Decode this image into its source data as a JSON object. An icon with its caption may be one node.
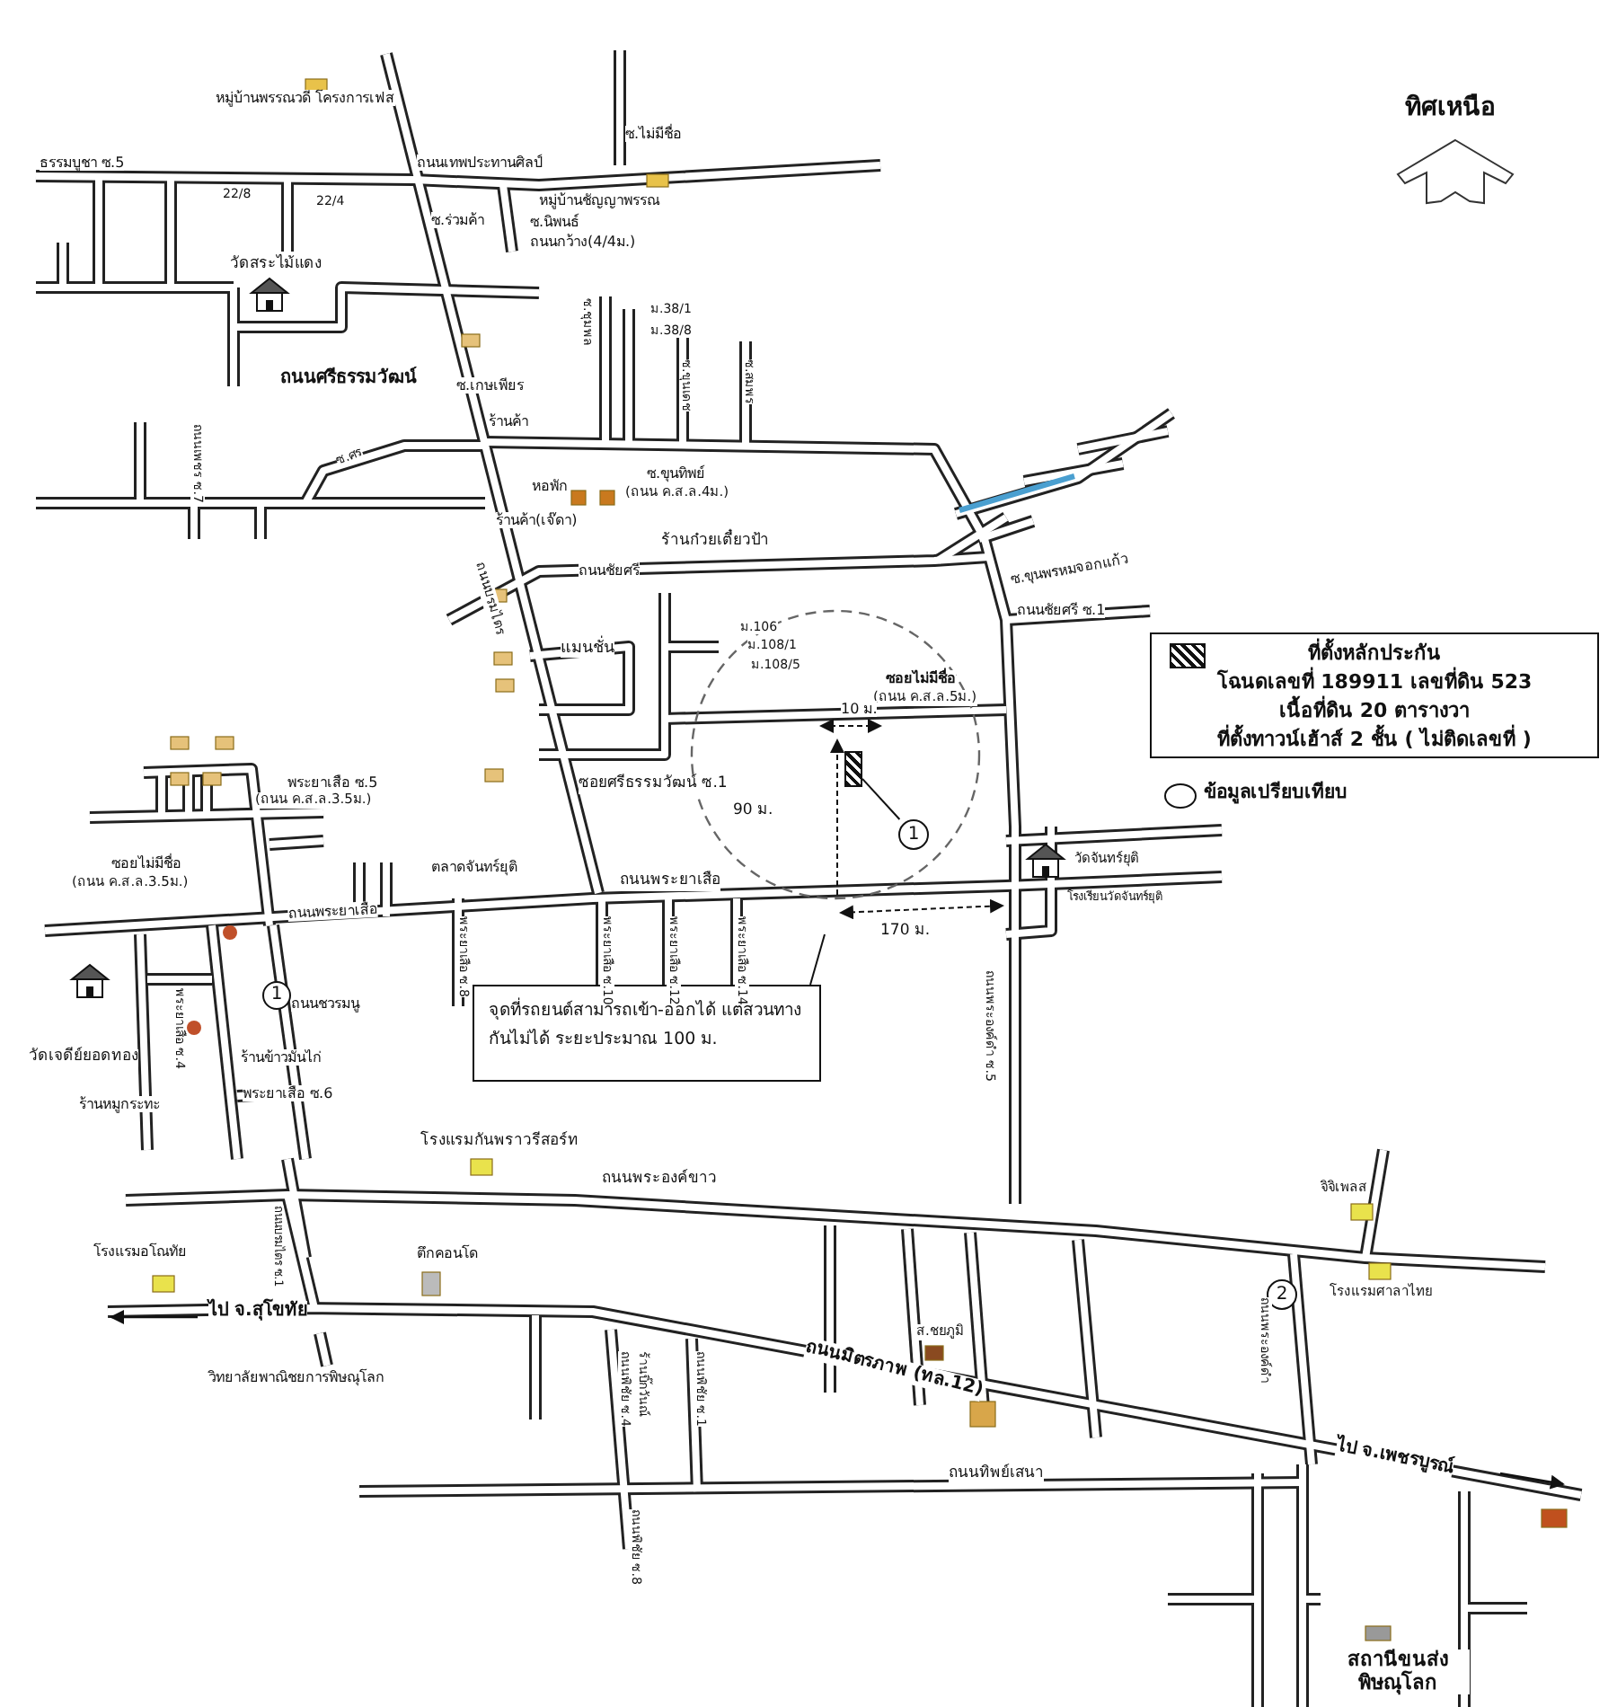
{
  "diagram": {
    "nodes": [
      {
        "text": [
          "ที่ตั้งหลักประกัน",
          "โฉนดเลขที่ 189911 เลขที่ดิน  523",
          "เนื้อที่ดิน 20 ตารางวา",
          "ที่ตั้งทาวน์เฮ้าส์ 2 ชั้น ( ไม่ติดเลขที่ )"
        ]
      },
      {
        "text": [
          "จุดที่รถยนต์สามารถเข้า-ออกได้ แต่สวนทางกันไม่ได้ ระยะประมาณ 100 ม."
        ]
      },
      {
        "text": [],
        "shape": "box"
      },
      {
        "text": [
          "1"
        ]
      },
      {
        "text": [
          "1"
        ]
      },
      {
        "text": [
          "2"
        ]
      }
    ],
    "edges": [
      {
        "from": 3,
        "to": 2,
        "arrow": "none"
      },
      {
        "from": 1,
        "to": null,
        "arrow": "none"
      }
    ],
    "labels": [
      "ทิศเหนือ",
      "หมู่บ้านพรรณวดี โครงการเฟส",
      "ซ.ไม่มีชื่อ",
      "ธรรมบูชา ซ.5",
      "ถนนเทพประทานศิลป์",
      "22/8",
      "22/4",
      "หมู่บ้านชัญญาพรรณ",
      "ซ.ร่วมค้า",
      "ซ.นิพนธ์",
      "ถนนกว้าง(4/4ม.)",
      "วัดสระไม้แดง",
      "ถนนศรีธรรมวัฒน์",
      "ซ.เกษเพียร",
      "ร้านค้า",
      "ม.38/1",
      "ม.38/8",
      "ซ.ชุมพล",
      "ซ.ขุนเดช",
      "ซ.สมพร",
      "ถนนเพชร ซ.7",
      "ซ.ศร",
      "ซ.ขุนทิพย์",
      "(ถนน ค.ส.ล.4ม.)",
      "หอพัก",
      "ร้านค้า(เจ๊ดา)",
      "ร้านก๋วยเตี๋ยวป้า",
      "ถนนชัยศรี",
      "ถนนบรมไตร",
      "ซ.ขุนพรหมจอกแก้ว",
      "ถนนชัยศรี ซ.1",
      "แมนชั่น",
      "ม.106",
      "ม.108/1",
      "ม.108/5",
      "ซอยไม่มีชื่อ",
      "(ถนน ค.ส.ล.5ม.)",
      "10 ม.",
      "ซอยศรีธรรมวัฒน์ ซ.1",
      "90 ม.",
      "พระยาเสือ ซ.5",
      "(ถนน ค.ส.ล.3.5ม.)",
      "ซอยไม่มีชื่อ",
      "(ถนน ค.ส.ล.3.5ม.)",
      "ตลาดจันทร์ยุติ",
      "ถนนพระยาเสือ",
      "ถนนพระยาเสือ",
      "170 ม.",
      "ถนนชวรมนู",
      "พระยาเสือ ซ.4",
      "ร้านข้าวมันไก่",
      "วัดเจดีย์ยอดทอง",
      "ร้านหมูกระทะ",
      "พระยาเสือ ซ.6",
      "พระยาเสือ ซ.8",
      "พระยาเสือ ซ.10",
      "พระยาเสือ ซ.12",
      "พระยาเสือ ซ.14",
      "โรงแรมกันพราวรีสอร์ท",
      "ถนนพระองค์ดำ ซ.5",
      "วัดจันทร์ยุติ",
      "โรงเรียนวัดจันทร์ยุติ",
      "ถนนพระองค์ขาว",
      "จิจิเพลส",
      "โรงแรมศาลาไทย",
      "ถนนพระองค์ดำ",
      "โรงแรมอโณทัย",
      "ถนนบรมไตร ซ.1",
      "ตึกคอนโด",
      "ไป จ.สุโขทัย",
      "วิทยาลัยพาณิชยการพิษณุโลก",
      "ส.ชยภูมิ",
      "ถนนมิตรภาพ (ทล.12)",
      "ร้านบิ๊กวันณ์",
      "ถนนพิชัย ซ.4",
      "ถนนพิชัย ซ.1",
      "ถนนพิชัย ซ.8",
      "ถนนทิพย์เสนา",
      "ไป จ.เพชรบูรณ์",
      "สถานีขนส่ง พิษณุโลก"
    ],
    "legend": [
      {
        "text": "ข้อมูลเปรียบเทียบ"
      }
    ]
  }
}
